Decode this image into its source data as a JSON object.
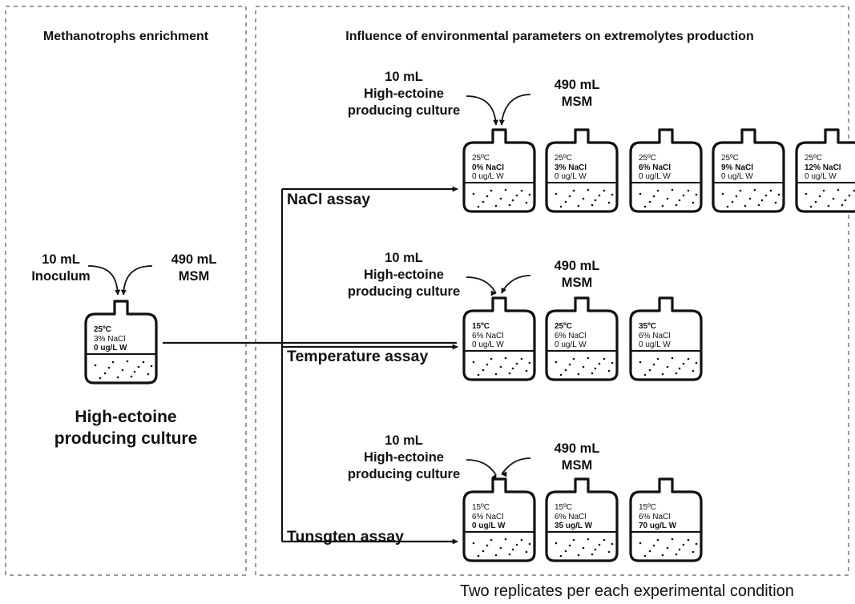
{
  "panel_left": {
    "title": "Methanotrophs enrichment",
    "inputs": {
      "left_line1": "10 mL",
      "left_line2": "Inoculum",
      "right_line1": "490 mL",
      "right_line2": "MSM"
    },
    "bottle": {
      "temp": "25ºC",
      "nacl": "3% NaCl",
      "tungsten": "0 ug/L W"
    },
    "culture_line1": "High-ectoine",
    "culture_line2": "producing culture"
  },
  "panel_right": {
    "title": "Influence of environmental parameters on extremolytes production"
  },
  "assays": [
    {
      "name": "NaCl assay",
      "left_input": {
        "line1": "10 mL",
        "line2": "High-ectoine",
        "line3": "producing culture"
      },
      "right_input": {
        "line1": "490 mL",
        "line2": "MSM"
      },
      "bold_param": "nacl",
      "bottles": [
        {
          "temp": "25ºC",
          "nacl": "0% NaCl",
          "tungsten": "0 ug/L W"
        },
        {
          "temp": "25ºC",
          "nacl": "3% NaCl",
          "tungsten": "0 ug/L W"
        },
        {
          "temp": "25ºC",
          "nacl": "6% NaCl",
          "tungsten": "0 ug/L W"
        },
        {
          "temp": "25ºC",
          "nacl": "9% NaCl",
          "tungsten": "0 ug/L W"
        },
        {
          "temp": "25ºC",
          "nacl": "12% NaCl",
          "tungsten": "0 ug/L W"
        }
      ]
    },
    {
      "name": "Temperature assay",
      "left_input": {
        "line1": "10 mL",
        "line2": "High-ectoine",
        "line3": "producing culture"
      },
      "right_input": {
        "line1": "490 mL",
        "line2": "MSM"
      },
      "bold_param": "temp",
      "bottles": [
        {
          "temp": "15ºC",
          "nacl": "6% NaCl",
          "tungsten": "0 ug/L W"
        },
        {
          "temp": "25ºC",
          "nacl": "6% NaCl",
          "tungsten": "0 ug/L W"
        },
        {
          "temp": "35ºC",
          "nacl": "6% NaCl",
          "tungsten": "0 ug/L W"
        }
      ]
    },
    {
      "name": "Tunsgten assay",
      "left_input": {
        "line1": "10 mL",
        "line2": "High-ectoine",
        "line3": "producing culture"
      },
      "right_input": {
        "line1": "490 mL",
        "line2": "MSM"
      },
      "bold_param": "tungsten",
      "bottles": [
        {
          "temp": "15ºC",
          "nacl": "6% NaCl",
          "tungsten": "0 ug/L W"
        },
        {
          "temp": "15ºC",
          "nacl": "6% NaCl",
          "tungsten": "35 ug/L W"
        },
        {
          "temp": "15ºC",
          "nacl": "6% NaCl",
          "tungsten": "70 ug/L W"
        }
      ]
    }
  ],
  "footer": "Two replicates per each experimental condition"
}
